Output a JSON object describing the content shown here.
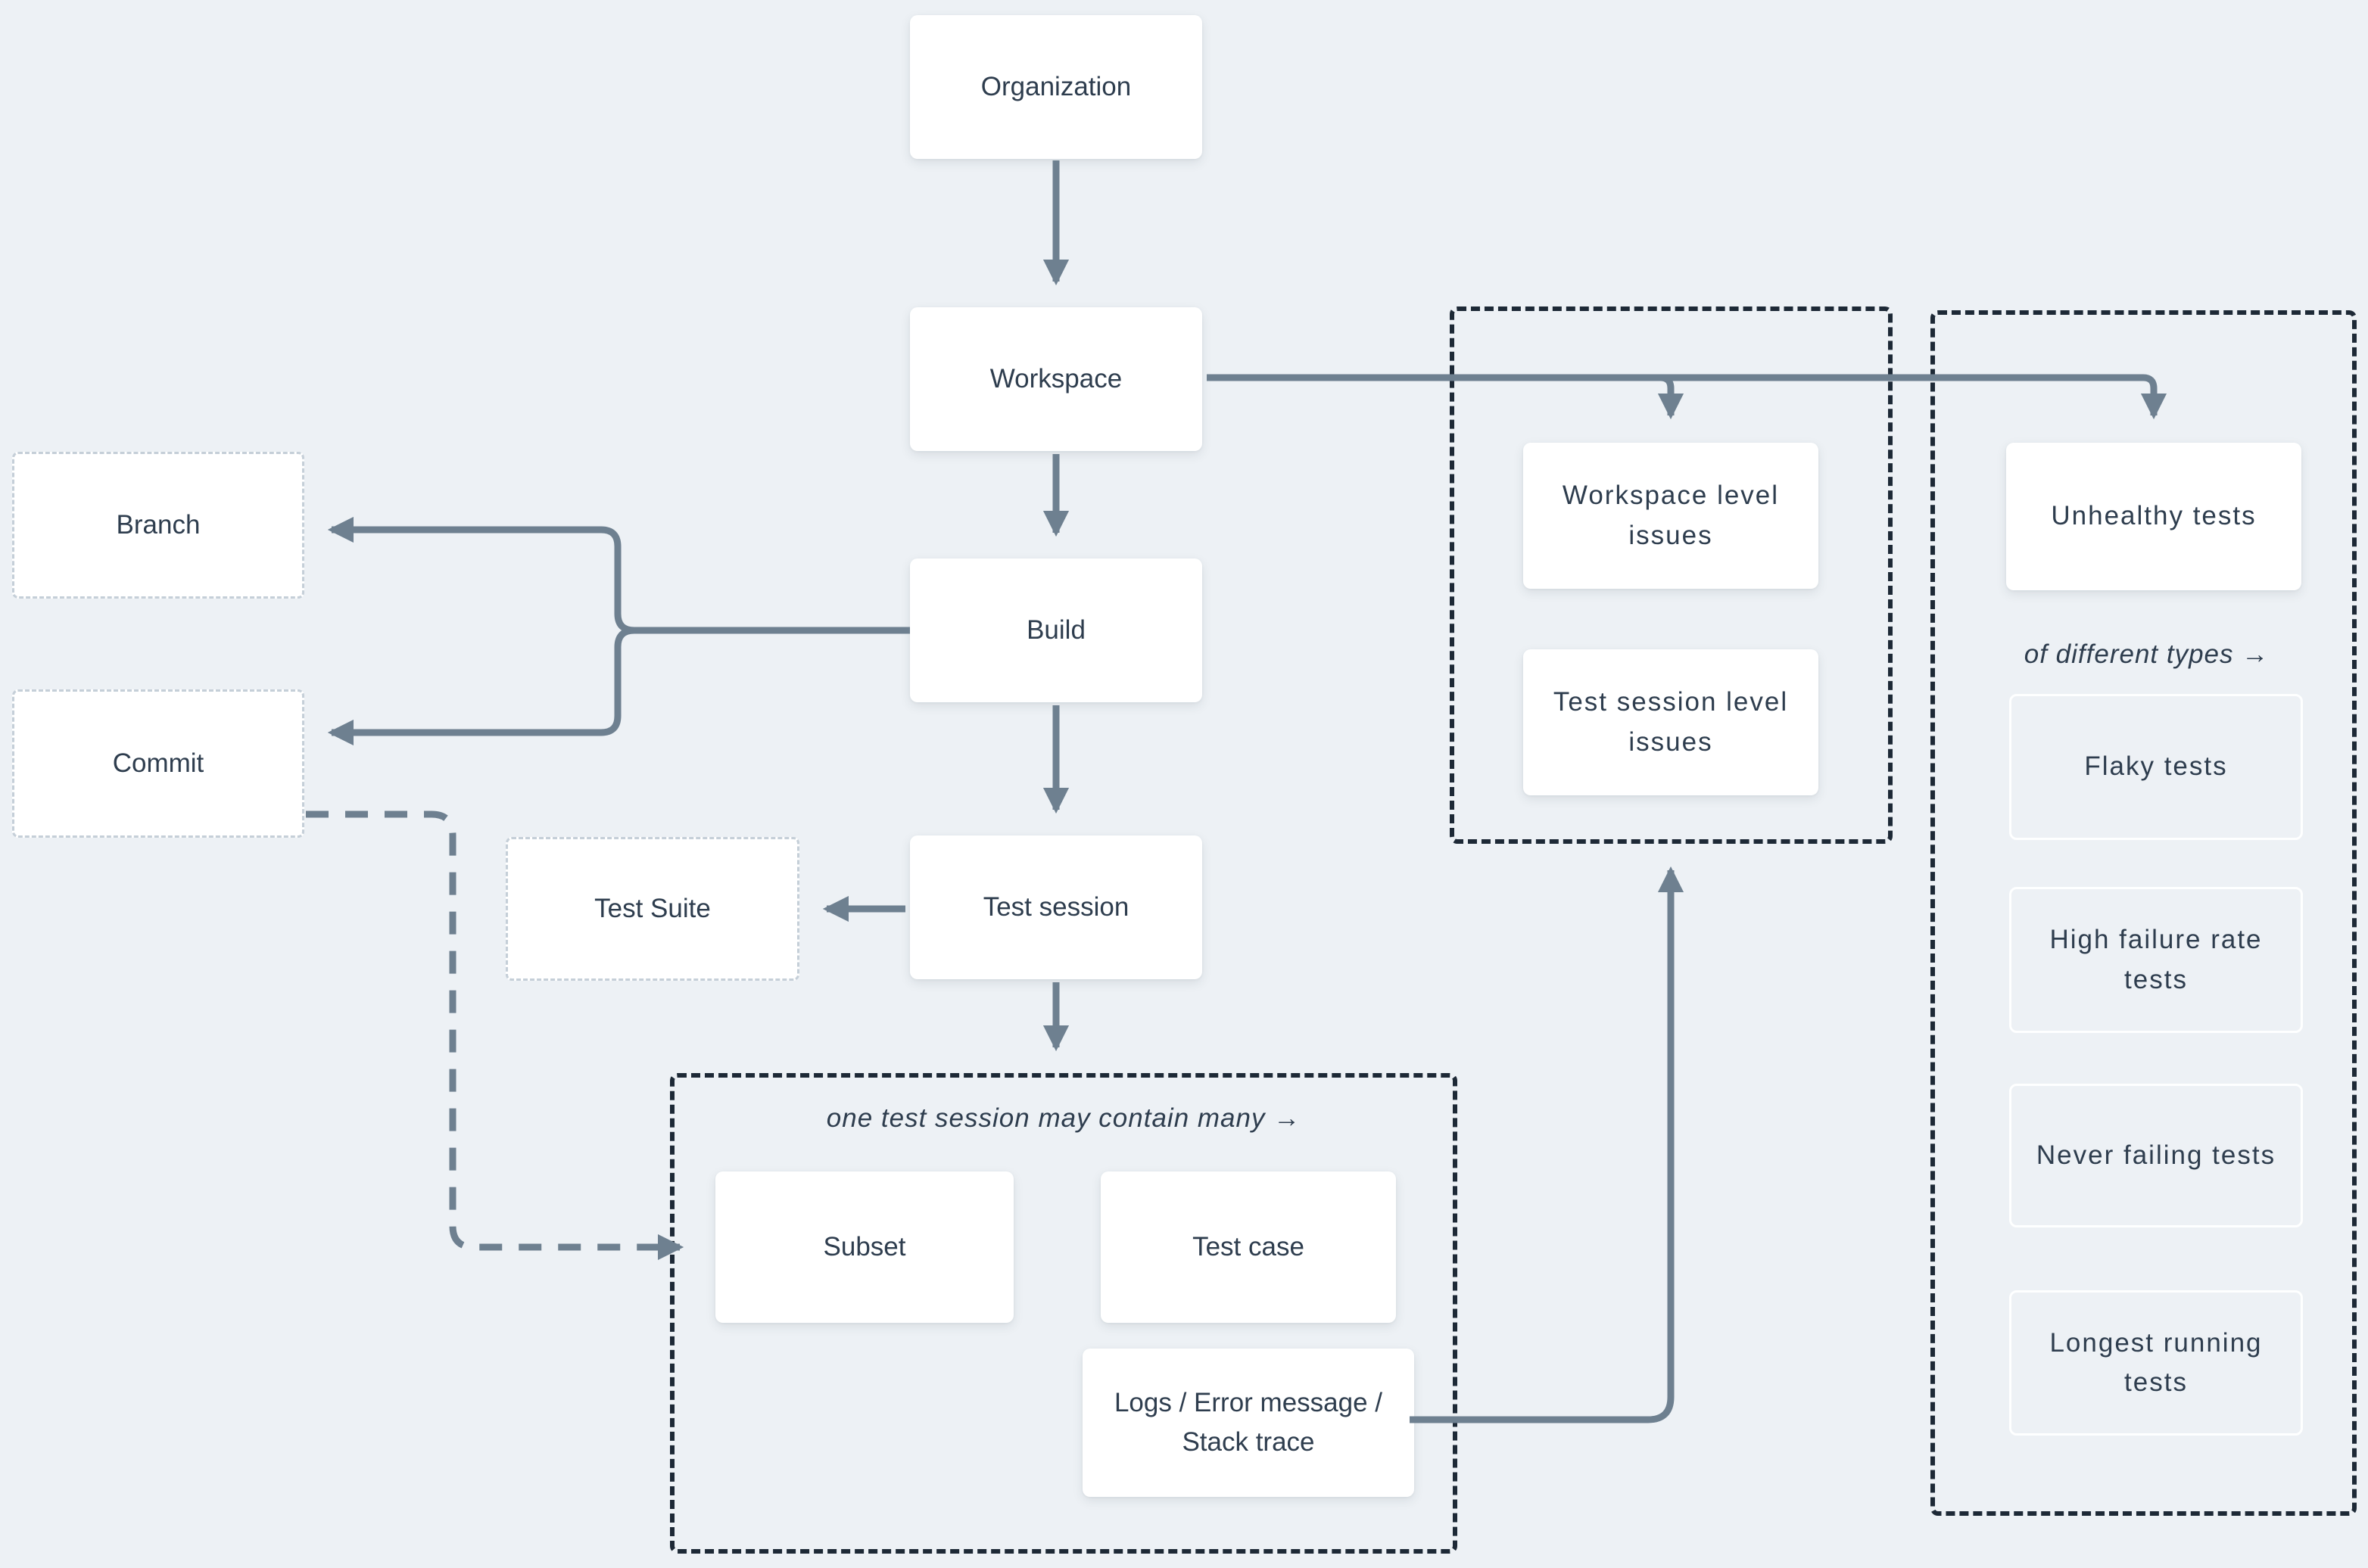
{
  "diagram": {
    "colors": {
      "background": "#edf1f5",
      "box_fill": "#ffffff",
      "line": "#6e8090",
      "container_dash": "#1d2936",
      "light_dash": "#c5cfd8",
      "text": "#2e3d4e"
    },
    "nodes": {
      "organization": {
        "label": "Organization"
      },
      "workspace": {
        "label": "Workspace"
      },
      "build": {
        "label": "Build"
      },
      "test_session": {
        "label": "Test session"
      },
      "test_suite": {
        "label": "Test Suite"
      },
      "branch": {
        "label": "Branch"
      },
      "commit": {
        "label": "Commit"
      },
      "subset": {
        "label": "Subset"
      },
      "test_case": {
        "label": "Test case"
      },
      "logs": {
        "label": "Logs / Error message / Stack trace"
      },
      "workspace_issues": {
        "label": "Workspace level issues"
      },
      "session_issues": {
        "label": "Test session level issues"
      },
      "unhealthy": {
        "label": "Unhealthy tests"
      },
      "flaky": {
        "label": "Flaky tests"
      },
      "high_failure": {
        "label": "High failure rate tests"
      },
      "never_failing": {
        "label": "Never failing tests"
      },
      "longest_running": {
        "label": "Longest running tests"
      }
    },
    "annotations": {
      "container_many_title": "one test session may contain many →",
      "types_title": "of different types →"
    },
    "edges": [
      {
        "from": "Organization",
        "to": "Workspace",
        "style": "solid-arrow"
      },
      {
        "from": "Workspace",
        "to": "Build",
        "style": "solid-arrow"
      },
      {
        "from": "Build",
        "to": "Test session",
        "style": "solid-arrow"
      },
      {
        "from": "Test session",
        "to": "session-contents-container",
        "style": "solid-arrow"
      },
      {
        "from": "Test session",
        "to": "Test Suite",
        "style": "solid-arrow"
      },
      {
        "from": "Build",
        "to": "Branch",
        "style": "solid-arrow"
      },
      {
        "from": "Build",
        "to": "Commit",
        "style": "solid-arrow"
      },
      {
        "from": "Workspace",
        "to": "Workspace level issues",
        "style": "solid-arrow"
      },
      {
        "from": "Workspace",
        "to": "Unhealthy tests",
        "style": "solid-arrow"
      },
      {
        "from": "Logs / Error message / Stack trace",
        "to": "issues-container",
        "style": "solid-arrow"
      },
      {
        "from": "Commit",
        "to": "Subset",
        "style": "dashed-arrow"
      }
    ]
  }
}
